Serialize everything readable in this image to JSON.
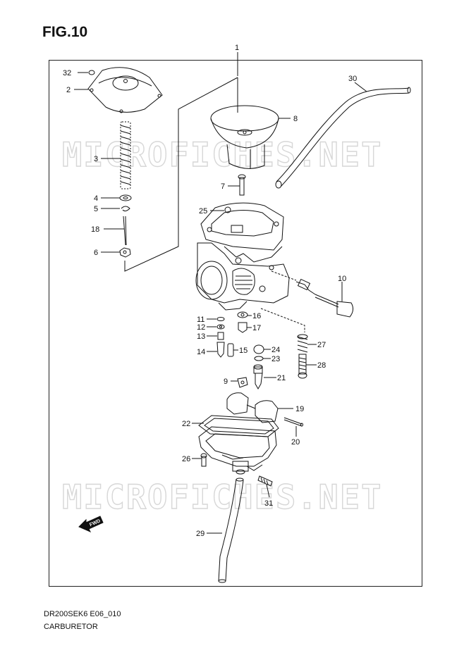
{
  "figure": {
    "title": "FIG.10",
    "code": "DR200SEK6 E06_010",
    "caption": "CARBURETOR",
    "watermark": "MICROFICHES.NET",
    "fwd_label": "FWD"
  },
  "callouts": [
    "1",
    "2",
    "3",
    "4",
    "5",
    "6",
    "7",
    "8",
    "9",
    "10",
    "11",
    "12",
    "13",
    "14",
    "15",
    "16",
    "17",
    "18",
    "19",
    "20",
    "21",
    "22",
    "23",
    "24",
    "25",
    "26",
    "27",
    "28",
    "29",
    "30",
    "31",
    "32"
  ]
}
